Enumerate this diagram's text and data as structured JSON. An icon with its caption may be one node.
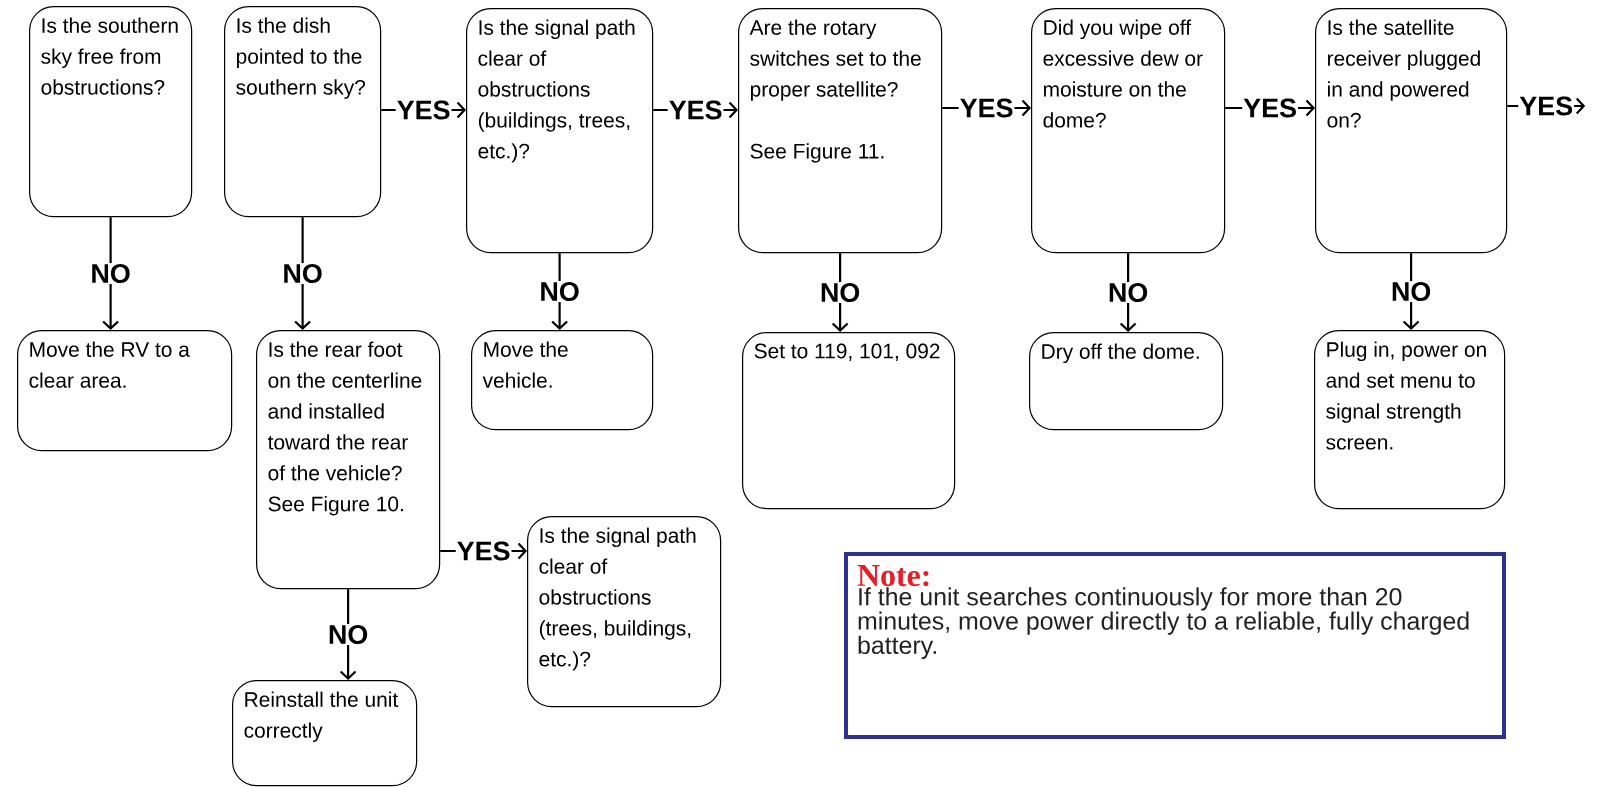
{
  "diagram": {
    "nodes": [
      {
        "text": [
          "Is the southern sky free from obstructions?"
        ]
      },
      {
        "text": [
          "Move the RV to a clear area."
        ]
      },
      {
        "text": [
          "Is the dish pointed to the southern sky?"
        ]
      },
      {
        "text": [
          "Is the rear foot on the centerline and installed toward the rear of the vehicle? See Figure 10."
        ]
      },
      {
        "text": [
          "Reinstall the unit correctly"
        ]
      },
      {
        "text": [
          "Is the signal path clear of obstructions (trees, buildings, etc.)?"
        ]
      },
      {
        "text": [
          "Is the signal path clear of obstructions (buildings, trees, etc.)?"
        ]
      },
      {
        "text": [
          "Move the vehicle."
        ]
      },
      {
        "text": [
          "Are the rotary switches set to the proper satellite?",
          "See Figure 11."
        ]
      },
      {
        "text": [
          "Set to 119, 101, 092"
        ]
      },
      {
        "text": [
          "Did you wipe off excessive dew or moisture on the dome?"
        ]
      },
      {
        "text": [
          "Dry off the dome."
        ]
      },
      {
        "text": [
          "Is the satellite receiver plugged in and powered on?"
        ]
      },
      {
        "text": [
          "Plug in, power on and set menu to signal strength screen."
        ]
      },
      {
        "text": [
          "Note:",
          "If the unit searches continuously for more than 20 minutes, move power directly to a reliable, fully charged battery."
        ]
      }
    ],
    "edges": [
      {
        "from": 0,
        "to": 1,
        "arrow": "to",
        "label": "NO"
      },
      {
        "from": 2,
        "to": 3,
        "arrow": "to",
        "label": "NO"
      },
      {
        "from": 3,
        "to": 4,
        "arrow": "to",
        "label": "NO"
      },
      {
        "from": 3,
        "to": 5,
        "arrow": "to",
        "label": "YES"
      },
      {
        "from": 2,
        "to": 6,
        "arrow": "to",
        "label": "YES"
      },
      {
        "from": 6,
        "to": 7,
        "arrow": "to",
        "label": "NO"
      },
      {
        "from": 6,
        "to": 8,
        "arrow": "to",
        "label": "YES"
      },
      {
        "from": 8,
        "to": 9,
        "arrow": "to",
        "label": "NO"
      },
      {
        "from": 8,
        "to": 10,
        "arrow": "to",
        "label": "YES"
      },
      {
        "from": 10,
        "to": 11,
        "arrow": "to",
        "label": "NO"
      },
      {
        "from": 10,
        "to": 12,
        "arrow": "to",
        "label": "YES"
      },
      {
        "from": 12,
        "to": 13,
        "arrow": "to",
        "label": "NO"
      },
      {
        "from": 12,
        "to": null,
        "arrow": "to",
        "label": "YES"
      }
    ]
  }
}
